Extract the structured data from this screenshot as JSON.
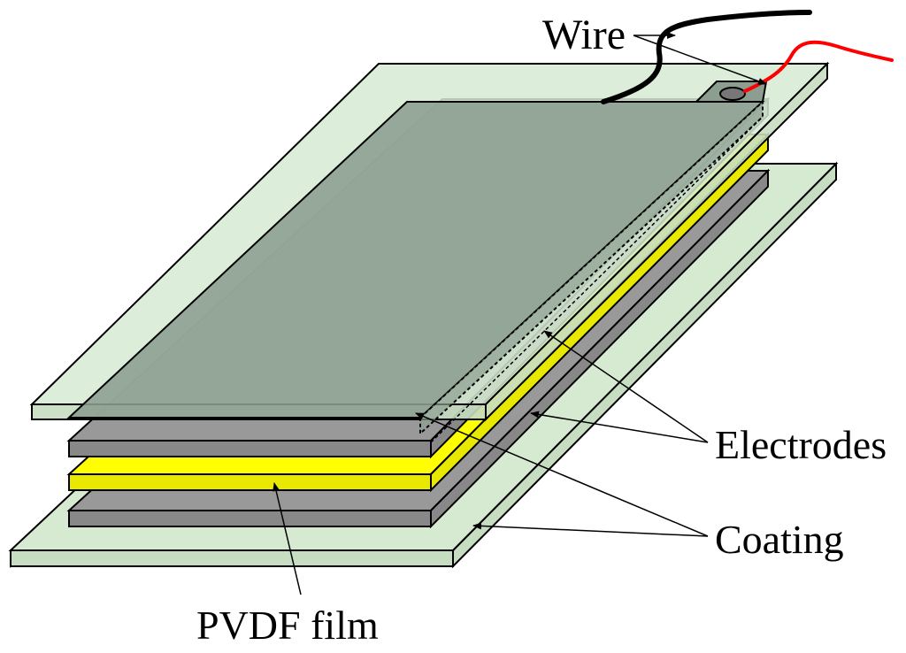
{
  "labels": {
    "wire": "Wire",
    "electrodes": "Electrodes",
    "coating": "Coating",
    "pvdf_film": "PVDF film"
  },
  "colors": {
    "coating_top": "#d6ead2",
    "coating_side": "#c6ddc2",
    "electrode_top": "#8c9e90",
    "electrode_side": "#a9a9a9",
    "gray_layer_top": "#999999",
    "gray_layer_side": "#888888",
    "pvdf_film": "#ffff00",
    "pvdf_side": "#e8e800",
    "wire_black": "#000000",
    "wire_red": "#ff0000",
    "outline": "#000000"
  }
}
